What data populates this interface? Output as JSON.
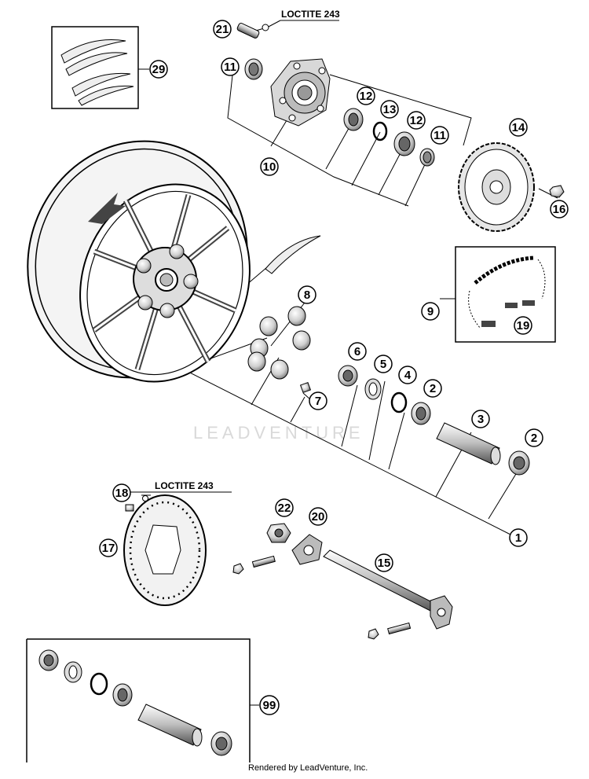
{
  "diagram": {
    "callouts": [
      {
        "id": "c1",
        "text": "1"
      },
      {
        "id": "c2a",
        "text": "2"
      },
      {
        "id": "c2b",
        "text": "2"
      },
      {
        "id": "c3",
        "text": "3"
      },
      {
        "id": "c4",
        "text": "4"
      },
      {
        "id": "c5",
        "text": "5"
      },
      {
        "id": "c6",
        "text": "6"
      },
      {
        "id": "c7",
        "text": "7"
      },
      {
        "id": "c8",
        "text": "8"
      },
      {
        "id": "c9",
        "text": "9"
      },
      {
        "id": "c10",
        "text": "10"
      },
      {
        "id": "c11a",
        "text": "11"
      },
      {
        "id": "c11b",
        "text": "11"
      },
      {
        "id": "c12a",
        "text": "12"
      },
      {
        "id": "c12b",
        "text": "12"
      },
      {
        "id": "c13",
        "text": "13"
      },
      {
        "id": "c14",
        "text": "14"
      },
      {
        "id": "c15",
        "text": "15"
      },
      {
        "id": "c16",
        "text": "16"
      },
      {
        "id": "c17",
        "text": "17"
      },
      {
        "id": "c18",
        "text": "18"
      },
      {
        "id": "c19",
        "text": "19"
      },
      {
        "id": "c20",
        "text": "20"
      },
      {
        "id": "c21",
        "text": "21"
      },
      {
        "id": "c22",
        "text": "22"
      },
      {
        "id": "c29",
        "text": "29"
      },
      {
        "id": "c99",
        "text": "99"
      }
    ],
    "notes": {
      "loctite_top": "LOCTITE 243",
      "loctite_bottom": "LOCTITE 243"
    },
    "watermark": "LEADVENTURE",
    "credit": "Rendered by LeadVenture, Inc."
  }
}
